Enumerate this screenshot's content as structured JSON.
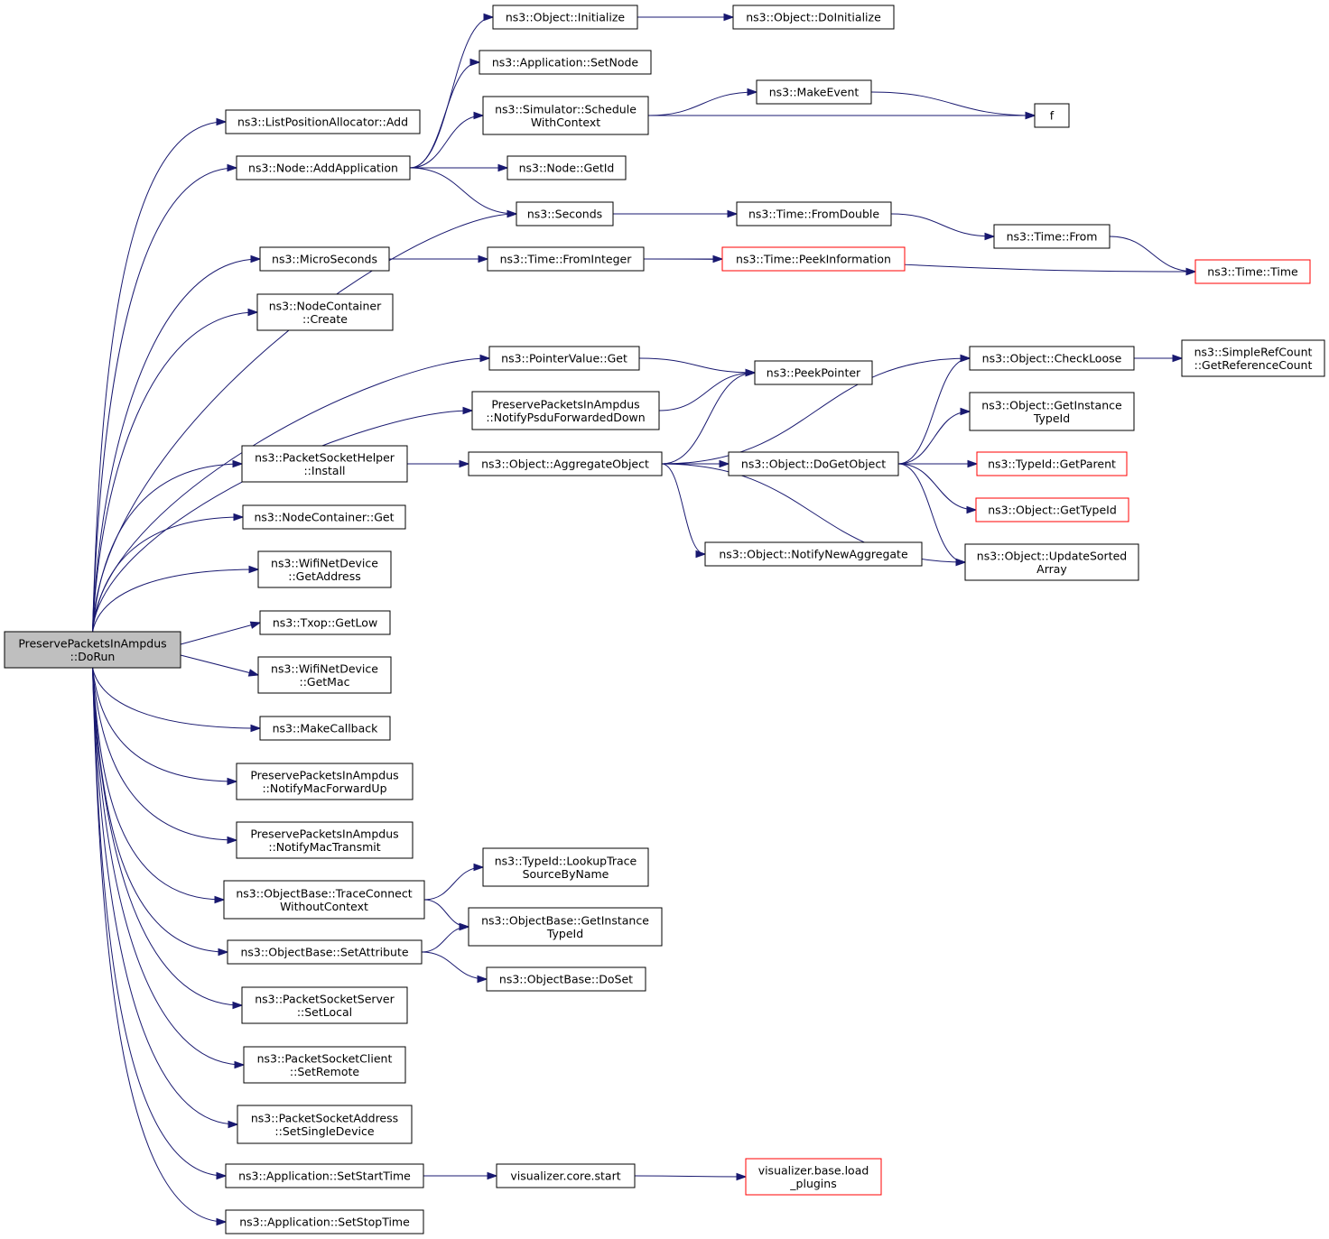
{
  "diagram": {
    "nodes": [
      {
        "id": "root",
        "lines": [
          "PreservePacketsInAmpdus",
          "::DoRun"
        ],
        "style": "root"
      },
      {
        "id": "lpa_add",
        "lines": [
          "ns3::ListPositionAllocator::Add"
        ]
      },
      {
        "id": "node_addapp",
        "lines": [
          "ns3::Node::AddApplication"
        ]
      },
      {
        "id": "seconds",
        "lines": [
          "ns3::Seconds"
        ]
      },
      {
        "id": "microseconds",
        "lines": [
          "ns3::MicroSeconds"
        ]
      },
      {
        "id": "nc_create",
        "lines": [
          "ns3::NodeContainer",
          "::Create"
        ]
      },
      {
        "id": "pv_get",
        "lines": [
          "ns3::PointerValue::Get"
        ]
      },
      {
        "id": "notify_psdu",
        "lines": [
          "PreservePacketsInAmpdus",
          "::NotifyPsduForwardedDown"
        ]
      },
      {
        "id": "psh_install",
        "lines": [
          "ns3::PacketSocketHelper",
          "::Install"
        ]
      },
      {
        "id": "nc_get",
        "lines": [
          "ns3::NodeContainer::Get"
        ]
      },
      {
        "id": "wnd_getaddr",
        "lines": [
          "ns3::WifiNetDevice",
          "::GetAddress"
        ]
      },
      {
        "id": "txop_getlow",
        "lines": [
          "ns3::Txop::GetLow"
        ]
      },
      {
        "id": "wnd_getmac",
        "lines": [
          "ns3::WifiNetDevice",
          "::GetMac"
        ]
      },
      {
        "id": "makecallback",
        "lines": [
          "ns3::MakeCallback"
        ]
      },
      {
        "id": "notify_macfwd",
        "lines": [
          "PreservePacketsInAmpdus",
          "::NotifyMacForwardUp"
        ]
      },
      {
        "id": "notify_mactx",
        "lines": [
          "PreservePacketsInAmpdus",
          "::NotifyMacTransmit"
        ]
      },
      {
        "id": "ob_traceconnect",
        "lines": [
          "ns3::ObjectBase::TraceConnect",
          "WithoutContext"
        ]
      },
      {
        "id": "ob_setattr",
        "lines": [
          "ns3::ObjectBase::SetAttribute"
        ]
      },
      {
        "id": "pss_setlocal",
        "lines": [
          "ns3::PacketSocketServer",
          "::SetLocal"
        ]
      },
      {
        "id": "psc_setremote",
        "lines": [
          "ns3::PacketSocketClient",
          "::SetRemote"
        ]
      },
      {
        "id": "psa_setsingle",
        "lines": [
          "ns3::PacketSocketAddress",
          "::SetSingleDevice"
        ]
      },
      {
        "id": "app_setstart",
        "lines": [
          "ns3::Application::SetStartTime"
        ]
      },
      {
        "id": "app_setstop",
        "lines": [
          "ns3::Application::SetStopTime"
        ]
      },
      {
        "id": "obj_initialize",
        "lines": [
          "ns3::Object::Initialize"
        ]
      },
      {
        "id": "app_setnode",
        "lines": [
          "ns3::Application::SetNode"
        ]
      },
      {
        "id": "sim_schedule",
        "lines": [
          "ns3::Simulator::Schedule",
          "WithContext"
        ]
      },
      {
        "id": "node_getid",
        "lines": [
          "ns3::Node::GetId"
        ]
      },
      {
        "id": "time_fromint",
        "lines": [
          "ns3::Time::FromInteger"
        ]
      },
      {
        "id": "peekpointer",
        "lines": [
          "ns3::PeekPointer"
        ]
      },
      {
        "id": "obj_aggregate",
        "lines": [
          "ns3::Object::AggregateObject"
        ]
      },
      {
        "id": "tid_lookup",
        "lines": [
          "ns3::TypeId::LookupTrace",
          "SourceByName"
        ]
      },
      {
        "id": "ob_getinst",
        "lines": [
          "ns3::ObjectBase::GetInstance",
          "TypeId"
        ]
      },
      {
        "id": "ob_doset",
        "lines": [
          "ns3::ObjectBase::DoSet"
        ]
      },
      {
        "id": "viz_start",
        "lines": [
          "visualizer.core.start"
        ]
      },
      {
        "id": "obj_doinit",
        "lines": [
          "ns3::Object::DoInitialize"
        ]
      },
      {
        "id": "makeevent",
        "lines": [
          "ns3::MakeEvent"
        ]
      },
      {
        "id": "time_fromdouble",
        "lines": [
          "ns3::Time::FromDouble"
        ]
      },
      {
        "id": "time_peekinfo",
        "lines": [
          "ns3::Time::PeekInformation"
        ],
        "style": "red"
      },
      {
        "id": "obj_dogetobj",
        "lines": [
          "ns3::Object::DoGetObject"
        ]
      },
      {
        "id": "obj_notifynew",
        "lines": [
          "ns3::Object::NotifyNewAggregate"
        ]
      },
      {
        "id": "viz_loadplugins",
        "lines": [
          "visualizer.base.load",
          "_plugins"
        ],
        "style": "red"
      },
      {
        "id": "f",
        "lines": [
          "f"
        ]
      },
      {
        "id": "time_from",
        "lines": [
          "ns3::Time::From"
        ]
      },
      {
        "id": "obj_checkloose",
        "lines": [
          "ns3::Object::CheckLoose"
        ]
      },
      {
        "id": "obj_getinst",
        "lines": [
          "ns3::Object::GetInstance",
          "TypeId"
        ]
      },
      {
        "id": "tid_getparent",
        "lines": [
          "ns3::TypeId::GetParent"
        ],
        "style": "red"
      },
      {
        "id": "obj_gettypeid",
        "lines": [
          "ns3::Object::GetTypeId"
        ],
        "style": "red"
      },
      {
        "id": "obj_updatesorted",
        "lines": [
          "ns3::Object::UpdateSorted",
          "Array"
        ]
      },
      {
        "id": "time_time",
        "lines": [
          "ns3::Time::Time"
        ],
        "style": "red"
      },
      {
        "id": "src_getrefcount",
        "lines": [
          "ns3::SimpleRefCount",
          "::GetReferenceCount"
        ]
      }
    ],
    "edges": [
      [
        "root",
        "lpa_add"
      ],
      [
        "root",
        "node_addapp"
      ],
      [
        "root",
        "seconds"
      ],
      [
        "root",
        "microseconds"
      ],
      [
        "root",
        "nc_create"
      ],
      [
        "root",
        "pv_get"
      ],
      [
        "root",
        "notify_psdu"
      ],
      [
        "root",
        "psh_install"
      ],
      [
        "root",
        "nc_get"
      ],
      [
        "root",
        "wnd_getaddr"
      ],
      [
        "root",
        "txop_getlow"
      ],
      [
        "root",
        "wnd_getmac"
      ],
      [
        "root",
        "makecallback"
      ],
      [
        "root",
        "notify_macfwd"
      ],
      [
        "root",
        "notify_mactx"
      ],
      [
        "root",
        "ob_traceconnect"
      ],
      [
        "root",
        "ob_setattr"
      ],
      [
        "root",
        "pss_setlocal"
      ],
      [
        "root",
        "psc_setremote"
      ],
      [
        "root",
        "psa_setsingle"
      ],
      [
        "root",
        "app_setstart"
      ],
      [
        "root",
        "app_setstop"
      ],
      [
        "node_addapp",
        "obj_initialize"
      ],
      [
        "node_addapp",
        "app_setnode"
      ],
      [
        "node_addapp",
        "sim_schedule"
      ],
      [
        "node_addapp",
        "node_getid"
      ],
      [
        "node_addapp",
        "seconds"
      ],
      [
        "obj_initialize",
        "obj_doinit"
      ],
      [
        "sim_schedule",
        "makeevent"
      ],
      [
        "sim_schedule",
        "f"
      ],
      [
        "makeevent",
        "f"
      ],
      [
        "seconds",
        "time_fromdouble"
      ],
      [
        "time_fromdouble",
        "time_from"
      ],
      [
        "time_from",
        "time_time"
      ],
      [
        "microseconds",
        "time_fromint"
      ],
      [
        "time_fromint",
        "time_peekinfo"
      ],
      [
        "time_fromint",
        "time_time"
      ],
      [
        "pv_get",
        "peekpointer"
      ],
      [
        "notify_psdu",
        "peekpointer"
      ],
      [
        "psh_install",
        "obj_aggregate"
      ],
      [
        "obj_aggregate",
        "peekpointer"
      ],
      [
        "obj_aggregate",
        "obj_checkloose"
      ],
      [
        "obj_aggregate",
        "obj_dogetobj"
      ],
      [
        "obj_aggregate",
        "obj_notifynew"
      ],
      [
        "obj_aggregate",
        "obj_updatesorted"
      ],
      [
        "obj_checkloose",
        "src_getrefcount"
      ],
      [
        "obj_dogetobj",
        "obj_checkloose"
      ],
      [
        "obj_dogetobj",
        "obj_getinst"
      ],
      [
        "obj_dogetobj",
        "tid_getparent"
      ],
      [
        "obj_dogetobj",
        "obj_gettypeid"
      ],
      [
        "obj_dogetobj",
        "obj_updatesorted"
      ],
      [
        "ob_traceconnect",
        "tid_lookup"
      ],
      [
        "ob_traceconnect",
        "ob_getinst"
      ],
      [
        "ob_setattr",
        "ob_getinst"
      ],
      [
        "ob_setattr",
        "ob_doset"
      ],
      [
        "app_setstart",
        "viz_start"
      ],
      [
        "viz_start",
        "viz_loadplugins"
      ]
    ]
  }
}
